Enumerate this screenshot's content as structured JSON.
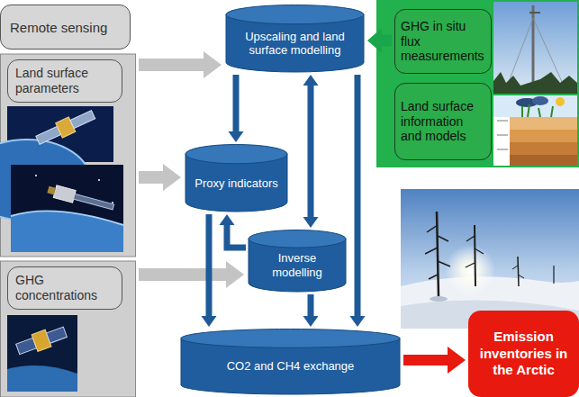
{
  "diagram": {
    "nodes": [
      {
        "text": [
          "Remote sensing"
        ]
      },
      {
        "text": [
          "Land surface parameters"
        ]
      },
      {
        "text": [
          "GHG concentrations"
        ]
      },
      {
        "text": [
          "Upscaling and land surface modelling"
        ]
      },
      {
        "text": [
          "Proxy indicators"
        ]
      },
      {
        "text": [
          "Inverse modelling"
        ]
      },
      {
        "text": [
          "CO2 and CH4 exchange"
        ]
      },
      {
        "text": [
          "GHG in situ flux measurements"
        ]
      },
      {
        "text": [
          "Land surface information and models"
        ]
      },
      {
        "text": [
          "Emission inventories in the Arctic"
        ]
      }
    ],
    "edges": [
      {
        "from": 1,
        "to": 3,
        "arrow": "to"
      },
      {
        "from": 1,
        "to": 4,
        "arrow": "to"
      },
      {
        "from": 2,
        "to": 5,
        "arrow": "to"
      },
      {
        "from": 7,
        "to": 3,
        "arrow": "to"
      },
      {
        "from": 3,
        "to": 4,
        "arrow": "to"
      },
      {
        "from": 3,
        "to": 5,
        "arrow": "both"
      },
      {
        "from": 3,
        "to": 6,
        "arrow": "to"
      },
      {
        "from": 4,
        "to": 6,
        "arrow": "to"
      },
      {
        "from": 5,
        "to": 4,
        "arrow": "to"
      },
      {
        "from": 5,
        "to": 6,
        "arrow": "to"
      },
      {
        "from": 6,
        "to": 9,
        "arrow": "to"
      }
    ]
  }
}
